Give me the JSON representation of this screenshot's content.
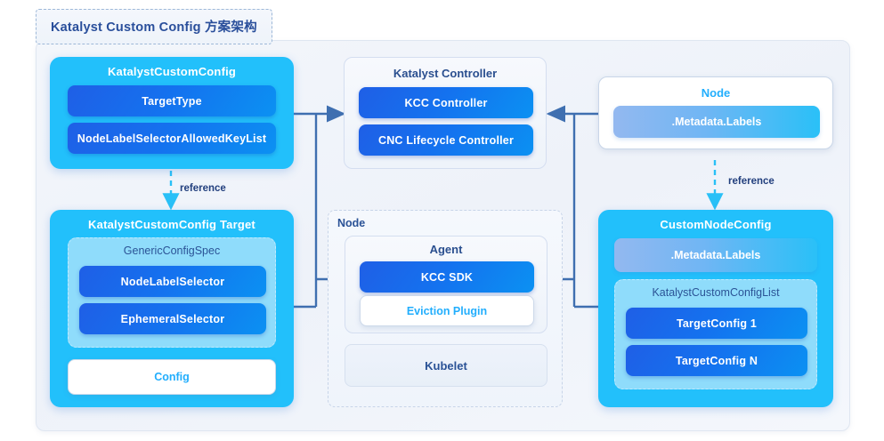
{
  "title": "Katalyst Custom Config 方案架构",
  "colors": {
    "cyan_card": "#22c0fb",
    "blue_pill_start": "#1f5fe6",
    "blue_pill_end": "#0b91f2",
    "grad_pill_start": "#93b8f0",
    "grad_pill_end": "#2ac0f7",
    "arrow": "#3f6fb0",
    "dashed_arrow": "#29c0f7",
    "title_text": "#2a4f9b",
    "accent_text": "#22aefd"
  },
  "nodes": {
    "katalyst_custom_config": {
      "title": "KatalystCustomConfig",
      "items": [
        {
          "label": "TargetType"
        },
        {
          "label": "NodeLabelSelectorAllowedKeyList"
        }
      ]
    },
    "katalyst_controller": {
      "title": "Katalyst Controller",
      "items": [
        {
          "label": "KCC Controller"
        },
        {
          "label": "CNC Lifecycle Controller"
        }
      ]
    },
    "node_top": {
      "title": "Node",
      "items": [
        {
          "label": ".Metadata.Labels"
        }
      ]
    },
    "kcc_target": {
      "title": "KatalystCustomConfig Target",
      "group": {
        "title": "GenericConfigSpec",
        "items": [
          {
            "label": "NodeLabelSelector"
          },
          {
            "label": "EphemeralSelector"
          }
        ]
      },
      "config": {
        "label": "Config"
      }
    },
    "node_bottom": {
      "title": "Node",
      "agent": {
        "title": "Agent",
        "items": [
          {
            "label": "KCC SDK"
          },
          {
            "label": "Eviction Plugin"
          }
        ]
      },
      "kubelet": {
        "label": "Kubelet"
      }
    },
    "custom_node_config": {
      "title": "CustomNodeConfig",
      "metadata": {
        "label": ".Metadata.Labels"
      },
      "group": {
        "title": "KatalystCustomConfigList",
        "items": [
          {
            "label": "TargetConfig 1"
          },
          {
            "label": "TargetConfig N"
          }
        ]
      }
    }
  },
  "edges": {
    "reference_left": "reference",
    "reference_right": "reference"
  }
}
